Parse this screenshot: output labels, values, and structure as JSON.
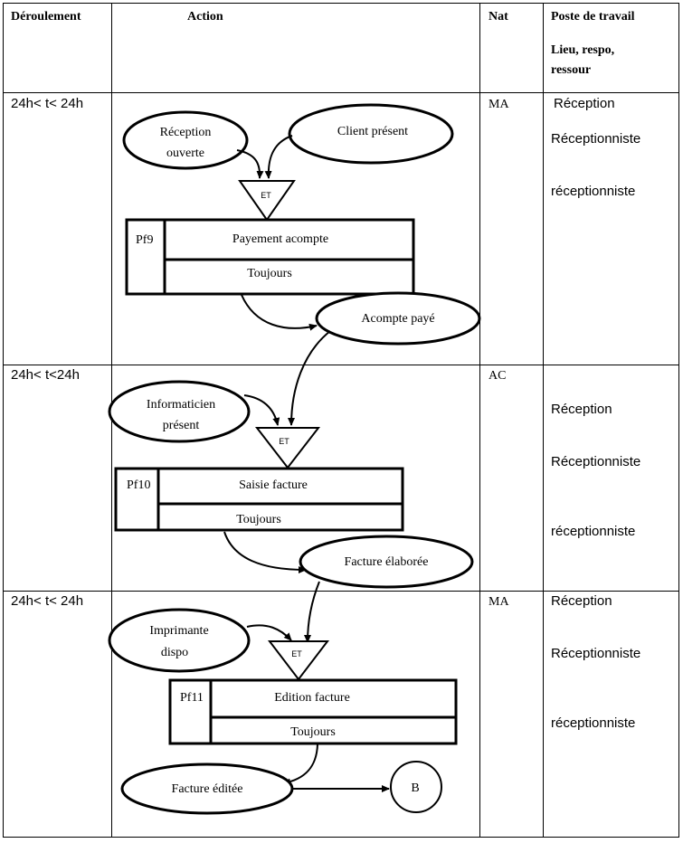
{
  "table": {
    "headers": {
      "deroulement": "Déroulement",
      "action": "Action",
      "nat": "Nat",
      "poste_line1": "Poste de travail",
      "poste_line2": "Lieu, respo,",
      "poste_line3": "ressour"
    },
    "rows": [
      {
        "deroulement": "24h< t< 24h",
        "nat": "MA",
        "poste": [
          "Réception",
          "Réceptionniste",
          "réceptionniste"
        ]
      },
      {
        "deroulement": "24h< t<24h",
        "nat": "AC",
        "poste": [
          "Réception",
          "Réceptionniste",
          "réceptionniste"
        ]
      },
      {
        "deroulement": "24h< t< 24h",
        "nat": "MA",
        "poste": [
          "Réception",
          "Réceptionniste",
          "réceptionniste"
        ]
      }
    ]
  },
  "diagram": {
    "operation1": {
      "event_a": [
        "Réception",
        "ouverte"
      ],
      "event_b": "Client présent",
      "sync": "ET",
      "code": "Pf9",
      "name": "Payement acompte",
      "rule": "Toujours",
      "result": "Acompte payé"
    },
    "operation2": {
      "event_a": [
        "Informaticien",
        "présent"
      ],
      "sync": "ET",
      "code": "Pf10",
      "name": "Saisie  facture",
      "rule": "Toujours",
      "result": "Facture élaborée"
    },
    "operation3": {
      "event_a": [
        "Imprimante",
        "dispo"
      ],
      "sync": "ET",
      "code": "Pf11",
      "name": "Edition facture",
      "rule": "Toujours",
      "result": "Facture éditée",
      "connector": "B"
    }
  }
}
